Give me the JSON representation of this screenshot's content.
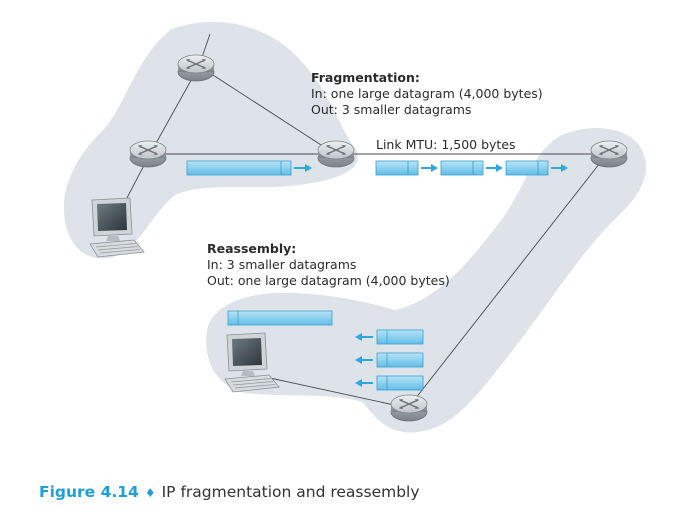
{
  "fragmentation_note": {
    "title": "Fragmentation:",
    "in_line": "In: one large datagram (4,000 bytes)",
    "out_line": "Out: 3 smaller datagrams"
  },
  "link_mtu_label": "Link MTU: 1,500 bytes",
  "reassembly_note": {
    "title": "Reassembly:",
    "in_line": "In: 3 smaller datagrams",
    "out_line": "Out: one large datagram (4,000 bytes)"
  },
  "caption": {
    "figure_label": "Figure 4.14",
    "separator": "♦",
    "text": "IP fragmentation and reassembly"
  },
  "colors": {
    "region_fill": "#dde3e8",
    "router_body": "#b9bec2",
    "packet_fill": "#8fd0ef",
    "packet_stroke": "#3a9fcf",
    "arrow": "#2aa9df",
    "caption_accent": "#1f9fd7"
  },
  "icons": [
    "router-icon",
    "host-computer-icon",
    "datagram-arrow-icon"
  ]
}
